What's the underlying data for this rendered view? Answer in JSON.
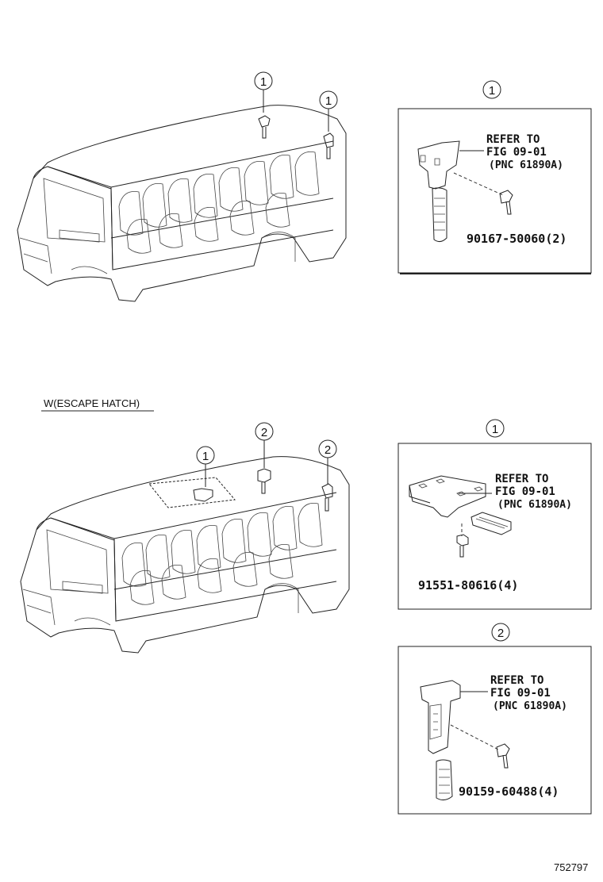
{
  "section_top": {
    "callouts": [
      "1",
      "1"
    ],
    "detail": {
      "number": "1",
      "refer_line1": "REFER TO",
      "refer_line2": "FIG 09-01",
      "refer_line3": "(PNC 61890A)",
      "part_number": "90167-50060(2)"
    }
  },
  "section_bottom": {
    "variant_label": "W(ESCAPE HATCH)",
    "callouts": [
      "1",
      "2",
      "2"
    ],
    "detail_1": {
      "number": "1",
      "refer_line1": "REFER TO",
      "refer_line2": "FIG 09-01",
      "refer_line3": "(PNC 61890A)",
      "part_number": "91551-80616(4)"
    },
    "detail_2": {
      "number": "2",
      "refer_line1": "REFER TO",
      "refer_line2": "FIG 09-01",
      "refer_line3": "(PNC 61890A)",
      "part_number": "90159-60488(4)"
    }
  },
  "figure_id": "752797"
}
